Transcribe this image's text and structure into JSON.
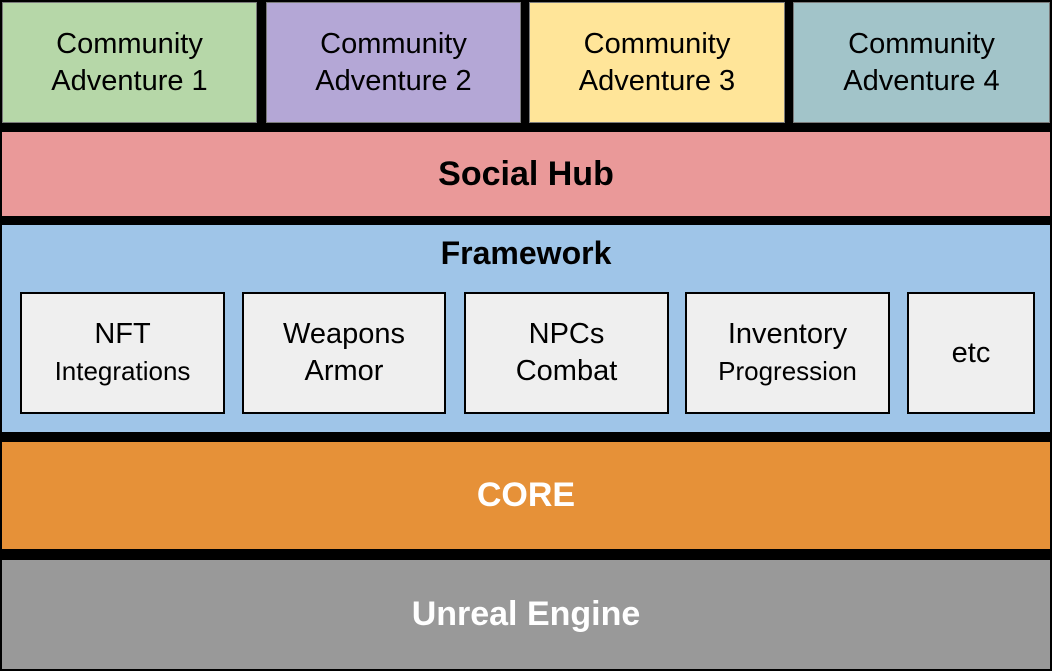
{
  "colors": {
    "adventure_1": "#b6d7a8",
    "adventure_2": "#b4a7d6",
    "adventure_3": "#ffe599",
    "adventure_4": "#a2c4c9",
    "social_hub": "#ea9999",
    "framework": "#9fc5e8",
    "module": "#efefef",
    "core": "#e69138",
    "unreal_engine": "#999999"
  },
  "adventures": [
    {
      "line1": "Community",
      "line2": "Adventure 1"
    },
    {
      "line1": "Community",
      "line2": "Adventure 2"
    },
    {
      "line1": "Community",
      "line2": "Adventure 3"
    },
    {
      "line1": "Community",
      "line2": "Adventure 4"
    }
  ],
  "social_hub": {
    "label": "Social Hub"
  },
  "framework": {
    "title": "Framework",
    "modules": [
      {
        "line1": "NFT",
        "line2": "Integrations"
      },
      {
        "line1": "Weapons",
        "line2": "Armor"
      },
      {
        "line1": "NPCs",
        "line2": "Combat"
      },
      {
        "line1": "Inventory",
        "line2": "Progression"
      },
      {
        "line1": "etc"
      }
    ]
  },
  "core": {
    "label": "CORE"
  },
  "unreal_engine": {
    "label": "Unreal Engine"
  }
}
